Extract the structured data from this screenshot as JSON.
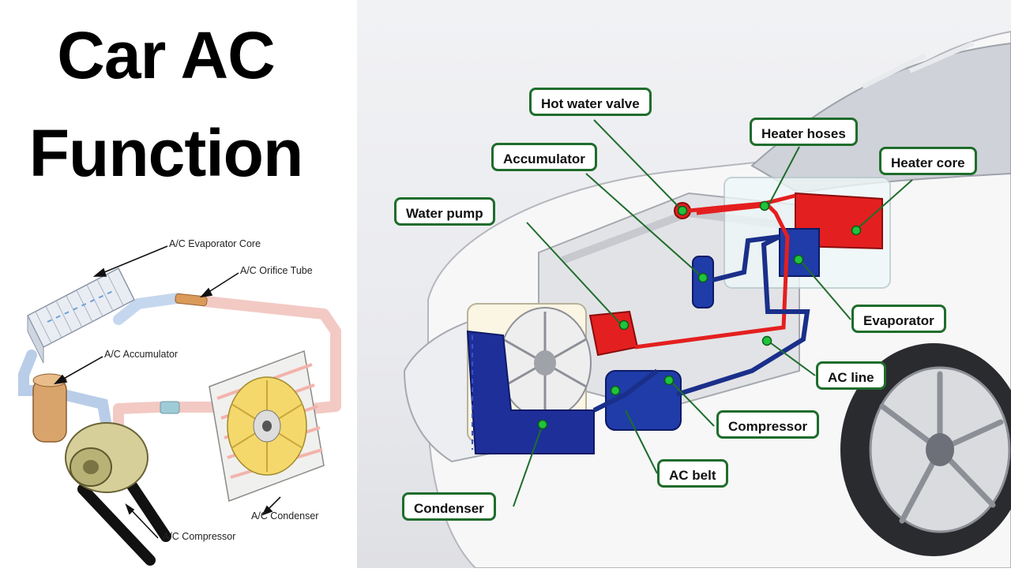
{
  "title": {
    "line1": "Car AC",
    "line2": "Function"
  },
  "left_diagram": {
    "labels": [
      "A/C Evaporator Core",
      "A/C Orifice Tube",
      "A/C Accumulator",
      "A/C Condenser",
      "A/C Compressor"
    ]
  },
  "right_diagram": {
    "callouts": [
      "Hot water valve",
      "Heater hoses",
      "Accumulator",
      "Heater core",
      "Water pump",
      "Evaporator",
      "AC line",
      "Compressor",
      "AC belt",
      "Condenser"
    ]
  },
  "colors": {
    "hot_line": "#e02020",
    "cold_line": "#1a2f8a",
    "callout_border": "#1f6d2c",
    "dot": "#1fc43a"
  }
}
